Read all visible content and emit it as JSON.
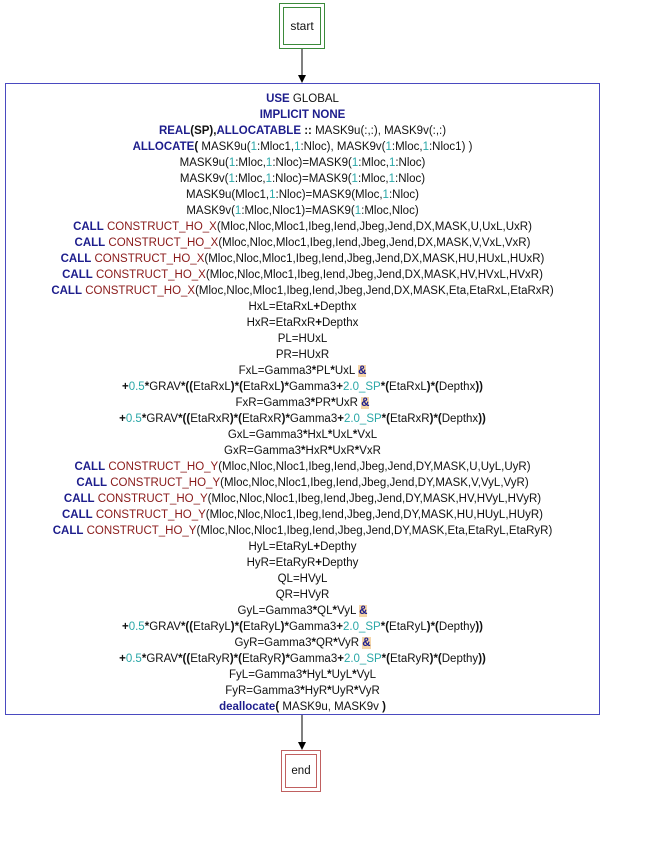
{
  "start_label": "start",
  "end_label": "end",
  "code_lines": [
    [
      [
        "kw",
        "USE"
      ],
      [
        "t",
        " GLOBAL"
      ]
    ],
    [
      [
        "kw",
        "IMPLICIT NONE"
      ]
    ],
    [
      [
        "kw",
        "REAL"
      ],
      [
        "b",
        "(SP),"
      ],
      [
        "kw",
        "ALLOCATABLE"
      ],
      [
        "b",
        " :: "
      ],
      [
        "t",
        "MASK9u(:,:), MASK9v(:,:)"
      ]
    ],
    [
      [
        "kw",
        "ALLOCATE"
      ],
      [
        "b",
        "( "
      ],
      [
        "t",
        "MASK9u("
      ],
      [
        "num",
        "1"
      ],
      [
        "t",
        ":Mloc1,"
      ],
      [
        "num",
        "1"
      ],
      [
        "t",
        ":Nloc), MASK9v("
      ],
      [
        "num",
        "1"
      ],
      [
        "t",
        ":Mloc,"
      ],
      [
        "num",
        "1"
      ],
      [
        "t",
        ":Nloc1) )"
      ]
    ],
    [
      [
        "t",
        "MASK9u("
      ],
      [
        "num",
        "1"
      ],
      [
        "t",
        ":Mloc,"
      ],
      [
        "num",
        "1"
      ],
      [
        "t",
        ":Nloc)=MASK9("
      ],
      [
        "num",
        "1"
      ],
      [
        "t",
        ":Mloc,"
      ],
      [
        "num",
        "1"
      ],
      [
        "t",
        ":Nloc)"
      ]
    ],
    [
      [
        "t",
        "MASK9v("
      ],
      [
        "num",
        "1"
      ],
      [
        "t",
        ":Mloc,"
      ],
      [
        "num",
        "1"
      ],
      [
        "t",
        ":Nloc)=MASK9("
      ],
      [
        "num",
        "1"
      ],
      [
        "t",
        ":Mloc,"
      ],
      [
        "num",
        "1"
      ],
      [
        "t",
        ":Nloc)"
      ]
    ],
    [
      [
        "t",
        "MASK9u(Mloc1,"
      ],
      [
        "num",
        "1"
      ],
      [
        "t",
        ":Nloc)=MASK9(Mloc,"
      ],
      [
        "num",
        "1"
      ],
      [
        "t",
        ":Nloc)"
      ]
    ],
    [
      [
        "t",
        "MASK9v("
      ],
      [
        "num",
        "1"
      ],
      [
        "t",
        ":Mloc,Nloc1)=MASK9("
      ],
      [
        "num",
        "1"
      ],
      [
        "t",
        ":Mloc,Nloc)"
      ]
    ],
    [
      [
        "kw",
        "CALL"
      ],
      [
        "t",
        " "
      ],
      [
        "fn",
        "CONSTRUCT_HO_X"
      ],
      [
        "t",
        "(Mloc,Nloc,Mloc1,Ibeg,Iend,Jbeg,Jend,DX,MASK,U,UxL,UxR)"
      ]
    ],
    [
      [
        "kw",
        "CALL"
      ],
      [
        "t",
        " "
      ],
      [
        "fn",
        "CONSTRUCT_HO_X"
      ],
      [
        "t",
        "(Mloc,Nloc,Mloc1,Ibeg,Iend,Jbeg,Jend,DX,MASK,V,VxL,VxR)"
      ]
    ],
    [
      [
        "kw",
        "CALL"
      ],
      [
        "t",
        " "
      ],
      [
        "fn",
        "CONSTRUCT_HO_X"
      ],
      [
        "t",
        "(Mloc,Nloc,Mloc1,Ibeg,Iend,Jbeg,Jend,DX,MASK,HU,HUxL,HUxR)"
      ]
    ],
    [
      [
        "kw",
        "CALL"
      ],
      [
        "t",
        " "
      ],
      [
        "fn",
        "CONSTRUCT_HO_X"
      ],
      [
        "t",
        "(Mloc,Nloc,Mloc1,Ibeg,Iend,Jbeg,Jend,DX,MASK,HV,HVxL,HVxR)"
      ]
    ],
    [
      [
        "kw",
        "CALL"
      ],
      [
        "t",
        " "
      ],
      [
        "fn",
        "CONSTRUCT_HO_X"
      ],
      [
        "t",
        "(Mloc,Nloc,Mloc1,Ibeg,Iend,Jbeg,Jend,DX,MASK,Eta,EtaRxL,EtaRxR)"
      ]
    ],
    [
      [
        "t",
        "HxL=EtaRxL"
      ],
      [
        "b",
        "+"
      ],
      [
        "t",
        "Depthx"
      ]
    ],
    [
      [
        "t",
        "HxR=EtaRxR"
      ],
      [
        "b",
        "+"
      ],
      [
        "t",
        "Depthx"
      ]
    ],
    [
      [
        "t",
        "PL=HUxL"
      ]
    ],
    [
      [
        "t",
        "PR=HUxR"
      ]
    ],
    [
      [
        "t",
        "FxL=Gamma3"
      ],
      [
        "b",
        "*"
      ],
      [
        "t",
        "PL"
      ],
      [
        "b",
        "*"
      ],
      [
        "t",
        "UxL "
      ],
      [
        "amp",
        "&"
      ]
    ],
    [
      [
        "b",
        "+"
      ],
      [
        "num",
        "0.5"
      ],
      [
        "b",
        "*"
      ],
      [
        "t",
        "GRAV"
      ],
      [
        "b",
        "*(("
      ],
      [
        "t",
        "EtaRxL"
      ],
      [
        "b",
        ")*("
      ],
      [
        "t",
        "EtaRxL"
      ],
      [
        "b",
        ")*"
      ],
      [
        "t",
        "Gamma3"
      ],
      [
        "b",
        "+"
      ],
      [
        "num",
        "2.0_SP"
      ],
      [
        "b",
        "*("
      ],
      [
        "t",
        "EtaRxL"
      ],
      [
        "b",
        ")*("
      ],
      [
        "t",
        "Depthx"
      ],
      [
        "b",
        "))"
      ]
    ],
    [
      [
        "t",
        "FxR=Gamma3"
      ],
      [
        "b",
        "*"
      ],
      [
        "t",
        "PR"
      ],
      [
        "b",
        "*"
      ],
      [
        "t",
        "UxR "
      ],
      [
        "amp",
        "&"
      ]
    ],
    [
      [
        "b",
        "+"
      ],
      [
        "num",
        "0.5"
      ],
      [
        "b",
        "*"
      ],
      [
        "t",
        "GRAV"
      ],
      [
        "b",
        "*(("
      ],
      [
        "t",
        "EtaRxR"
      ],
      [
        "b",
        ")*("
      ],
      [
        "t",
        "EtaRxR"
      ],
      [
        "b",
        ")*"
      ],
      [
        "t",
        "Gamma3"
      ],
      [
        "b",
        "+"
      ],
      [
        "num",
        "2.0_SP"
      ],
      [
        "b",
        "*("
      ],
      [
        "t",
        "EtaRxR"
      ],
      [
        "b",
        ")*("
      ],
      [
        "t",
        "Depthx"
      ],
      [
        "b",
        "))"
      ]
    ],
    [
      [
        "t",
        "GxL=Gamma3"
      ],
      [
        "b",
        "*"
      ],
      [
        "t",
        "HxL"
      ],
      [
        "b",
        "*"
      ],
      [
        "t",
        "UxL"
      ],
      [
        "b",
        "*"
      ],
      [
        "t",
        "VxL"
      ]
    ],
    [
      [
        "t",
        "GxR=Gamma3"
      ],
      [
        "b",
        "*"
      ],
      [
        "t",
        "HxR"
      ],
      [
        "b",
        "*"
      ],
      [
        "t",
        "UxR"
      ],
      [
        "b",
        "*"
      ],
      [
        "t",
        "VxR"
      ]
    ],
    [
      [
        "kw",
        "CALL"
      ],
      [
        "t",
        " "
      ],
      [
        "fn",
        "CONSTRUCT_HO_Y"
      ],
      [
        "t",
        "(Mloc,Nloc,Nloc1,Ibeg,Iend,Jbeg,Jend,DY,MASK,U,UyL,UyR)"
      ]
    ],
    [
      [
        "kw",
        "CALL"
      ],
      [
        "t",
        " "
      ],
      [
        "fn",
        "CONSTRUCT_HO_Y"
      ],
      [
        "t",
        "(Mloc,Nloc,Nloc1,Ibeg,Iend,Jbeg,Jend,DY,MASK,V,VyL,VyR)"
      ]
    ],
    [
      [
        "kw",
        "CALL"
      ],
      [
        "t",
        " "
      ],
      [
        "fn",
        "CONSTRUCT_HO_Y"
      ],
      [
        "t",
        "(Mloc,Nloc,Nloc1,Ibeg,Iend,Jbeg,Jend,DY,MASK,HV,HVyL,HVyR)"
      ]
    ],
    [
      [
        "kw",
        "CALL"
      ],
      [
        "t",
        " "
      ],
      [
        "fn",
        "CONSTRUCT_HO_Y"
      ],
      [
        "t",
        "(Mloc,Nloc,Nloc1,Ibeg,Iend,Jbeg,Jend,DY,MASK,HU,HUyL,HUyR)"
      ]
    ],
    [
      [
        "kw",
        "CALL"
      ],
      [
        "t",
        " "
      ],
      [
        "fn",
        "CONSTRUCT_HO_Y"
      ],
      [
        "t",
        "(Mloc,Nloc,Nloc1,Ibeg,Iend,Jbeg,Jend,DY,MASK,Eta,EtaRyL,EtaRyR)"
      ]
    ],
    [
      [
        "t",
        "HyL=EtaRyL"
      ],
      [
        "b",
        "+"
      ],
      [
        "t",
        "Depthy"
      ]
    ],
    [
      [
        "t",
        "HyR=EtaRyR"
      ],
      [
        "b",
        "+"
      ],
      [
        "t",
        "Depthy"
      ]
    ],
    [
      [
        "t",
        "QL=HVyL"
      ]
    ],
    [
      [
        "t",
        "QR=HVyR"
      ]
    ],
    [
      [
        "t",
        "GyL=Gamma3"
      ],
      [
        "b",
        "*"
      ],
      [
        "t",
        "QL"
      ],
      [
        "b",
        "*"
      ],
      [
        "t",
        "VyL "
      ],
      [
        "amp",
        "&"
      ]
    ],
    [
      [
        "b",
        "+"
      ],
      [
        "num",
        "0.5"
      ],
      [
        "b",
        "*"
      ],
      [
        "t",
        "GRAV"
      ],
      [
        "b",
        "*(("
      ],
      [
        "t",
        "EtaRyL"
      ],
      [
        "b",
        ")*("
      ],
      [
        "t",
        "EtaRyL"
      ],
      [
        "b",
        ")*"
      ],
      [
        "t",
        "Gamma3"
      ],
      [
        "b",
        "+"
      ],
      [
        "num",
        "2.0_SP"
      ],
      [
        "b",
        "*("
      ],
      [
        "t",
        "EtaRyL"
      ],
      [
        "b",
        ")*("
      ],
      [
        "t",
        "Depthy"
      ],
      [
        "b",
        "))"
      ]
    ],
    [
      [
        "t",
        "GyR=Gamma3"
      ],
      [
        "b",
        "*"
      ],
      [
        "t",
        "QR"
      ],
      [
        "b",
        "*"
      ],
      [
        "t",
        "VyR "
      ],
      [
        "amp",
        "&"
      ]
    ],
    [
      [
        "b",
        "+"
      ],
      [
        "num",
        "0.5"
      ],
      [
        "b",
        "*"
      ],
      [
        "t",
        "GRAV"
      ],
      [
        "b",
        "*(("
      ],
      [
        "t",
        "EtaRyR"
      ],
      [
        "b",
        ")*("
      ],
      [
        "t",
        "EtaRyR"
      ],
      [
        "b",
        ")*"
      ],
      [
        "t",
        "Gamma3"
      ],
      [
        "b",
        "+"
      ],
      [
        "num",
        "2.0_SP"
      ],
      [
        "b",
        "*("
      ],
      [
        "t",
        "EtaRyR"
      ],
      [
        "b",
        ")*("
      ],
      [
        "t",
        "Depthy"
      ],
      [
        "b",
        "))"
      ]
    ],
    [
      [
        "t",
        "FyL=Gamma3"
      ],
      [
        "b",
        "*"
      ],
      [
        "t",
        "HyL"
      ],
      [
        "b",
        "*"
      ],
      [
        "t",
        "UyL"
      ],
      [
        "b",
        "*"
      ],
      [
        "t",
        "VyL"
      ]
    ],
    [
      [
        "t",
        "FyR=Gamma3"
      ],
      [
        "b",
        "*"
      ],
      [
        "t",
        "HyR"
      ],
      [
        "b",
        "*"
      ],
      [
        "t",
        "UyR"
      ],
      [
        "b",
        "*"
      ],
      [
        "t",
        "VyR"
      ]
    ],
    [
      [
        "kw",
        "deallocate"
      ],
      [
        "b",
        "( "
      ],
      [
        "t",
        "MASK9u, MASK9v "
      ],
      [
        "b",
        ")"
      ]
    ]
  ],
  "colors": {
    "keyword": "#1d1d8c",
    "function": "#8a1a1a",
    "number": "#2aa7a7",
    "continuation_highlight": "#f6d6a8",
    "start_border": "#3b8a3b",
    "end_border": "#c06060",
    "block_border": "#4a4ac0"
  }
}
